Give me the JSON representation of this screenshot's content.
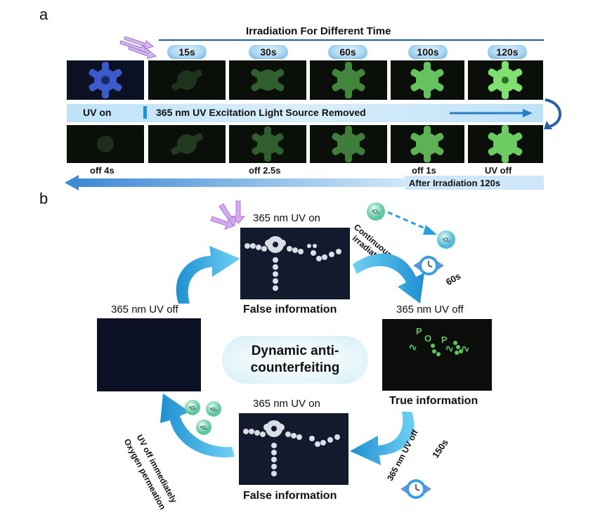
{
  "panel_a": {
    "label": "a",
    "header": "Irradiation For Different Time",
    "times": [
      "15s",
      "30s",
      "60s",
      "100s",
      "120s"
    ],
    "band": {
      "uv_on": "UV on",
      "removed": "365 nm UV Excitation Light Source Removed"
    },
    "bottom_labels": {
      "off4": "off 4s",
      "off25": "off 2.5s",
      "off1": "off 1s",
      "uvoff": "UV off"
    },
    "after": "After Irradiation 120s"
  },
  "panel_b": {
    "label": "b",
    "top_caption": "365 nm  UV on",
    "top_info": "False information",
    "continuous_line1": "Continuous",
    "continuous_line2": "irradiation",
    "time60": "60s",
    "right_caption": "365 nm  UV off",
    "right_info": "True information",
    "left_caption": "365 nm  UV off",
    "center_line1": "Dynamic  anti-",
    "center_line2": "counterfeiting",
    "bottom_caption": "365 nm  UV on",
    "bottom_info": "False information",
    "uvoff_rot": "365 nm  UV off",
    "time150": "150s",
    "oxygen_line1": "UV off immediately",
    "oxygen_line2": "Oxygen  permeation",
    "o2_triplet": "3O2",
    "o2_singlet": "1O2"
  },
  "colors": {
    "arrow": "#29a8e0",
    "arrow_dark": "#1a7fb8",
    "glow": "#6fe06a",
    "band": "#bfe2f7"
  }
}
